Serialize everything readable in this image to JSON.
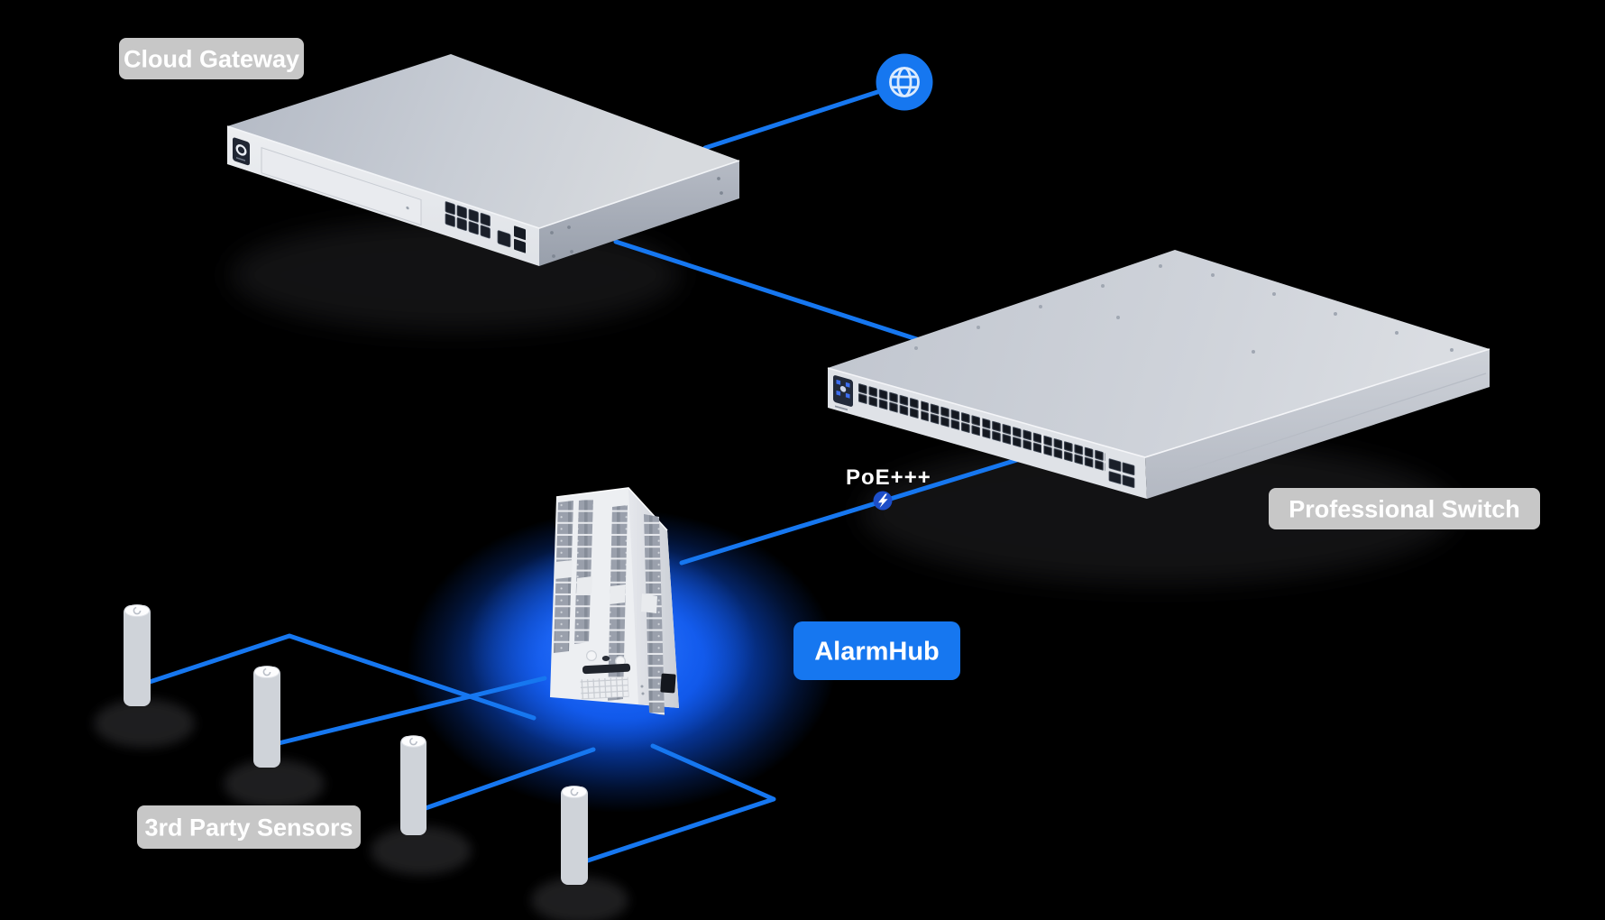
{
  "diagram": {
    "title": "UniFi AlarmHub network topology",
    "background": "#000000",
    "labels": {
      "cloud_gateway": "Cloud Gateway",
      "professional_switch": "Professional Switch",
      "alarmhub": "AlarmHub",
      "third_party_sensors": "3rd Party Sensors",
      "poe": "PoE+++"
    },
    "colors": {
      "accent_blue": "#1677F0",
      "poe_badge_blue": "#1D4EC8",
      "glow_blue": "#0A58F5",
      "label_gray": "#C7C7C7",
      "label_text": "#FFFFFF",
      "device_silver": "#D5D8DE"
    },
    "icons": [
      "globe-icon",
      "lightning-icon"
    ],
    "nodes": [
      {
        "id": "internet",
        "icon": "globe-icon"
      },
      {
        "id": "cloud-gateway",
        "label": "Cloud Gateway",
        "type": "rack gateway, 8 LAN ports + SFP"
      },
      {
        "id": "professional-switch",
        "label": "Professional Switch",
        "type": "rack switch, 48 ports + 4 SFP"
      },
      {
        "id": "alarmhub",
        "label": "AlarmHub",
        "type": "alarm terminal panel",
        "glow": true
      },
      {
        "id": "sensor-1",
        "type": "sensor pillar"
      },
      {
        "id": "sensor-2",
        "type": "sensor pillar"
      },
      {
        "id": "sensor-3",
        "type": "sensor pillar"
      },
      {
        "id": "sensor-4",
        "type": "sensor pillar"
      }
    ],
    "connections": [
      {
        "from": "cloud-gateway",
        "to": "internet"
      },
      {
        "from": "cloud-gateway",
        "to": "professional-switch"
      },
      {
        "from": "professional-switch",
        "to": "alarmhub",
        "label": "PoE+++",
        "badge": "lightning-icon"
      },
      {
        "from": "alarmhub",
        "to": "sensor-1"
      },
      {
        "from": "alarmhub",
        "to": "sensor-2"
      },
      {
        "from": "alarmhub",
        "to": "sensor-3"
      },
      {
        "from": "alarmhub",
        "to": "sensor-4"
      }
    ]
  }
}
